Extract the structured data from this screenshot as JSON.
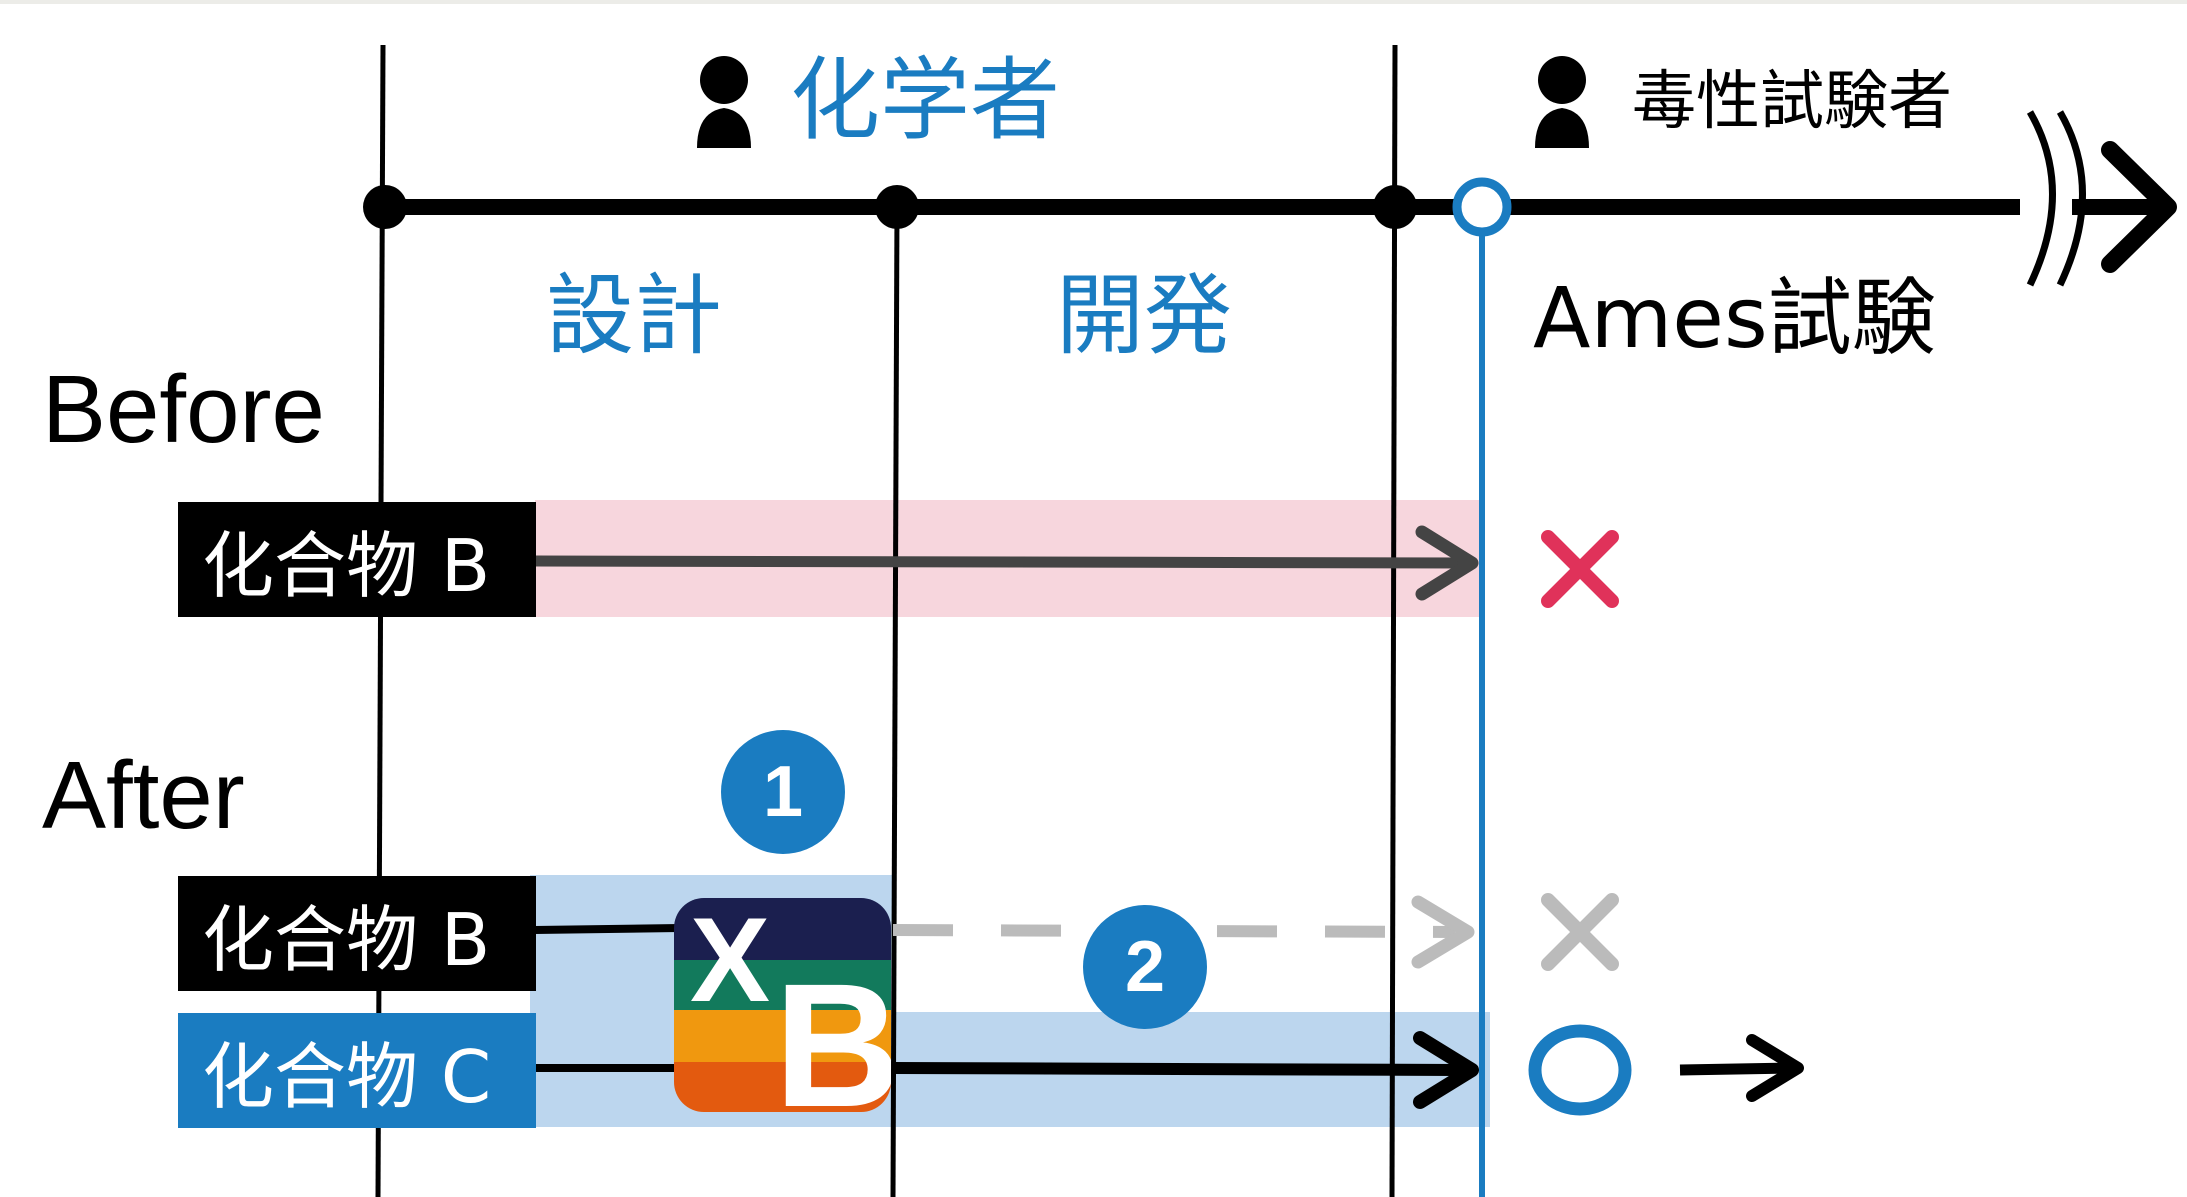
{
  "roles": {
    "chemist": {
      "label": "化学者",
      "icon": "person-icon"
    },
    "toxicologist": {
      "label": "毒性試験者",
      "icon": "person-icon"
    }
  },
  "phases": {
    "design": "設計",
    "development": "開発",
    "ames": "Ames試験"
  },
  "sections": {
    "before": "Before",
    "after": "After"
  },
  "compounds": {
    "before_b": "化合物 B",
    "after_b": "化合物 B",
    "after_c": "化合物 C"
  },
  "badges": {
    "step1": "1",
    "step2": "2"
  },
  "logo": {
    "letter_x": "X",
    "letter_b": "B",
    "colors": [
      "#1b1f4f",
      "#127a5c",
      "#f0980f",
      "#e35a0f"
    ]
  },
  "results": {
    "before_b": "×",
    "after_b": "×",
    "after_c": "○"
  },
  "colors": {
    "accent_blue": "#1a7cc1",
    "fail_red": "#e0325a",
    "fail_gray": "#bbbbbb",
    "before_band": "#f7d6dd",
    "after_band": "#bcd6ee"
  }
}
